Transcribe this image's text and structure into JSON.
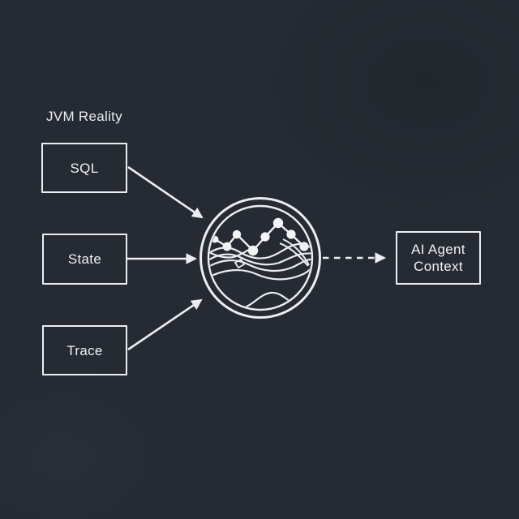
{
  "canvas": {
    "background_color": "#262b33",
    "ink_color": "#ebeef1"
  },
  "title": "JVM Reality",
  "sources": [
    {
      "id": "sql",
      "label": "SQL"
    },
    {
      "id": "state",
      "label": "State"
    },
    {
      "id": "trace",
      "label": "Trace"
    }
  ],
  "hub": {
    "icon": "metrics-lens-icon"
  },
  "target": {
    "id": "ai-agent-context",
    "label": "AI Agent Context"
  },
  "connections": [
    {
      "from": "sql",
      "to": "hub",
      "style": "solid-arrow"
    },
    {
      "from": "state",
      "to": "hub",
      "style": "solid-arrow"
    },
    {
      "from": "trace",
      "to": "hub",
      "style": "solid-arrow"
    },
    {
      "from": "hub",
      "to": "ai-agent-context",
      "style": "dashed-arrow"
    }
  ]
}
